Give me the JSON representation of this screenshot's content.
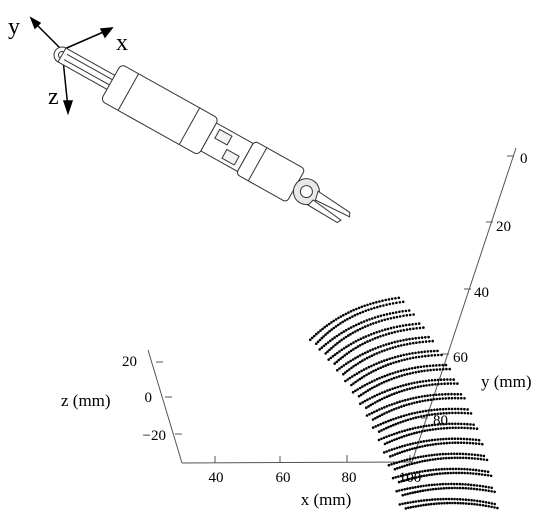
{
  "coordinate_frame": {
    "x_label": "x",
    "y_label": "y",
    "z_label": "z"
  },
  "axes": {
    "x": {
      "label": "x (mm)",
      "ticks": [
        "40",
        "60",
        "80",
        "100"
      ]
    },
    "y": {
      "label": "y (mm)",
      "ticks": [
        "0",
        "20",
        "40",
        "60",
        "80"
      ]
    },
    "z": {
      "label": "z (mm)",
      "ticks": [
        "20",
        "0",
        "−20"
      ]
    }
  },
  "point_cloud": {
    "rings": 15,
    "color": "#000000"
  },
  "colors": {
    "ink": "#000000",
    "instrument_fill": "#ffffff",
    "instrument_stroke": "#333333"
  }
}
